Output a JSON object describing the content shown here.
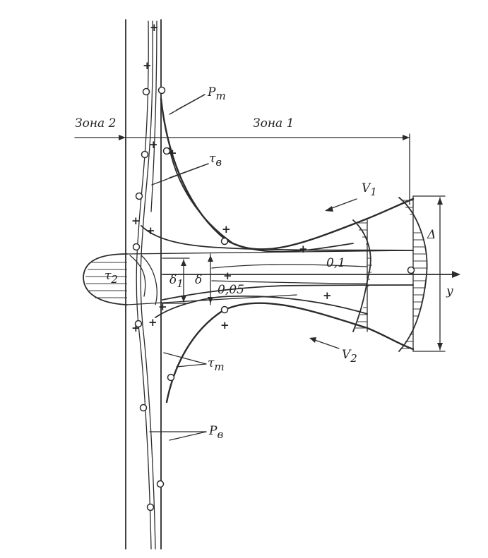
{
  "labels": {
    "zone2": "Зона 2",
    "zone1": "Зона 1",
    "p_t": "P",
    "p_t_sub": "т",
    "tau_v": "τ",
    "tau_v_sub": "в",
    "tau_t": "τ",
    "tau_t_sub": "т",
    "p_v": "P",
    "p_v_sub": "в",
    "v1": "V",
    "v1_sub": "1",
    "v2": "V",
    "v2_sub": "2",
    "delta": "Δ",
    "y_axis": "y",
    "delta1": "δ",
    "delta1_sub": "1",
    "delta_small": "δ",
    "tau2": "τ",
    "tau2_sub": "2",
    "iso_01": "0,1",
    "iso_005": "0,05"
  },
  "signs": {
    "plus": "+"
  },
  "colors": {
    "ink": "#2b2b2b",
    "paper": "#ffffff"
  }
}
